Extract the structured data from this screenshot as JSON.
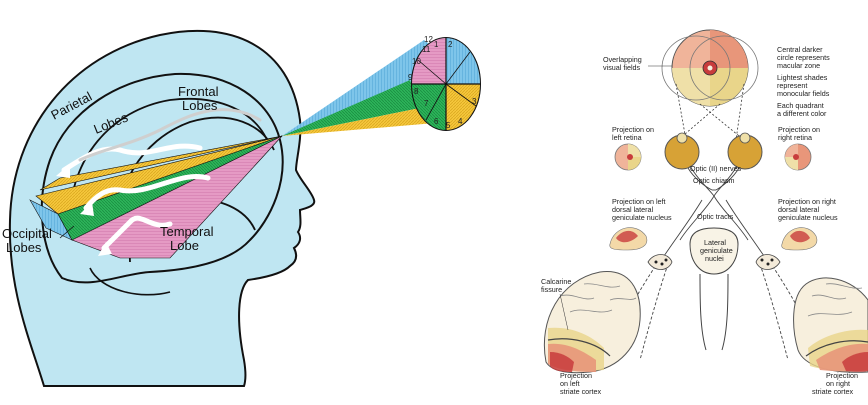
{
  "left_diagram": {
    "labels": {
      "frontal_1": "Frontal",
      "frontal_2": "Lobes",
      "parietal": "Parietal",
      "parietal_lobes": "Lobes",
      "occipital_1": "Occipital",
      "occipital_2": "Lobes",
      "temporal_1": "Temporal",
      "temporal_2": "Lobe"
    },
    "field_numbers": [
      "1",
      "2",
      "3",
      "4",
      "5",
      "6",
      "7",
      "8",
      "9",
      "10",
      "11",
      "12"
    ],
    "colors": {
      "head_fill": "#bfe6f2",
      "outline": "#111111",
      "pink": "#e59ac4",
      "blue": "#7ec5ea",
      "yellow": "#f6c83c",
      "green": "#2db55a"
    }
  },
  "right_diagram": {
    "labels": {
      "overlap_1": "Overlapping",
      "overlap_2": "visual fields",
      "macular_1": "Central darker",
      "macular_2": "circle represents",
      "macular_3": "macular zone",
      "mono_1": "Lightest shades",
      "mono_2": "represent",
      "mono_3": "monocular fields",
      "quad_1": "Each quadrant",
      "quad_2": "a different color",
      "proj_left_retina_1": "Projection on",
      "proj_left_retina_2": "left retina",
      "proj_right_retina_1": "Projection on",
      "proj_right_retina_2": "right retina",
      "optic_nerves": "Optic (II) nerves",
      "optic_chiasm": "Optic chiasm",
      "proj_left_lgn_1": "Projection on left",
      "proj_left_lgn_2": "dorsal lateral",
      "proj_left_lgn_3": "geniculate nucleus",
      "proj_right_lgn_1": "Projection on right",
      "proj_right_lgn_2": "dorsal lateral",
      "proj_right_lgn_3": "geniculate nucleus",
      "optic_tracts": "Optic tracts",
      "lgn_1": "Lateral",
      "lgn_2": "geniculate",
      "lgn_3": "nuclei",
      "calcarine_1": "Calcarine",
      "calcarine_2": "fissure",
      "proj_left_cortex_1": "Projection",
      "proj_left_cortex_2": "on left",
      "proj_left_cortex_3": "striate cortex",
      "proj_right_cortex_1": "Projection",
      "proj_right_cortex_2": "on right",
      "proj_right_cortex_3": "striate cortex"
    },
    "colors": {
      "q_tl": "#f0b49a",
      "q_tr": "#e8967a",
      "q_bl": "#efe0a8",
      "q_br": "#e9d58a",
      "macula": "#c83c3c",
      "eye": "#d7a236",
      "brain": "#f3ead9",
      "outline": "#444444"
    }
  }
}
